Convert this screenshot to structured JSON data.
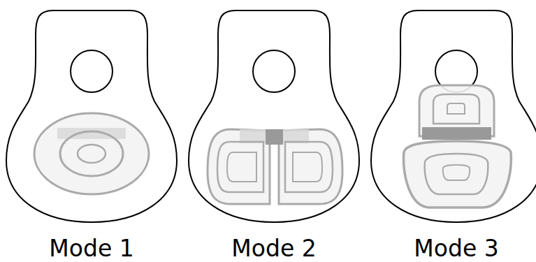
{
  "diagram": {
    "labels": [
      "Mode 1",
      "Mode 2",
      "Mode 3"
    ]
  }
}
